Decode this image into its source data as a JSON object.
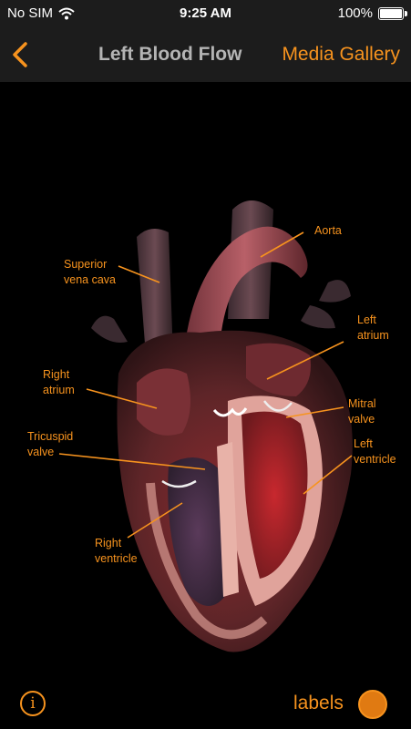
{
  "status": {
    "carrier": "No SIM",
    "time": "9:25 AM",
    "battery": "100%"
  },
  "nav": {
    "title": "Left Blood Flow",
    "right_label": "Media Gallery"
  },
  "labels": {
    "aorta": "Aorta",
    "superior_vena_cava": "Superior\nvena cava",
    "left_atrium": "Left\natrium",
    "right_atrium": "Right\natrium",
    "mitral_valve": "Mitral\nvalve",
    "tricuspid_valve": "Tricuspid\nvalve",
    "left_ventricle": "Left\nventricle",
    "right_ventricle": "Right\nventricle"
  },
  "toolbar": {
    "info_glyph": "i",
    "labels_toggle_label": "labels"
  },
  "colors": {
    "accent": "#f7931e",
    "nav_background": "#1c1c1c",
    "title": "#b4b4b4"
  },
  "icons": {
    "back": "chevron-left-icon",
    "wifi": "wifi-icon",
    "battery": "battery-icon",
    "info": "info-icon"
  }
}
